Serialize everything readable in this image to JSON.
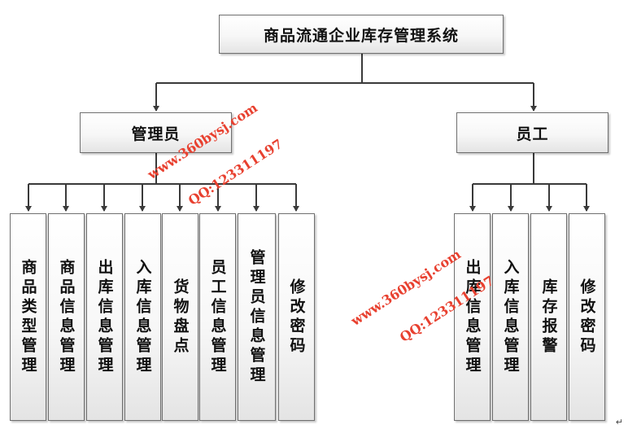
{
  "root": "商品流通企业库存管理系统",
  "branches": [
    {
      "label": "管理员",
      "children": [
        "商品类型管理",
        "商品信息管理",
        "出库信息管理",
        "入库信息管理",
        "货物盘点",
        "员工信息管理",
        "管理员信息管理",
        "修改密码"
      ]
    },
    {
      "label": "员工",
      "children": [
        "出库信息管理",
        "入库信息管理",
        "库存报警",
        "修改密码"
      ]
    }
  ],
  "watermarks": [
    "www.360bysj.com",
    "QQ:123311197",
    "www.360bysj.com",
    "QQ:123311197"
  ],
  "paragraph_mark": "↵",
  "colors": {
    "line": "#3a3a3a",
    "watermark": "#e8402f"
  }
}
